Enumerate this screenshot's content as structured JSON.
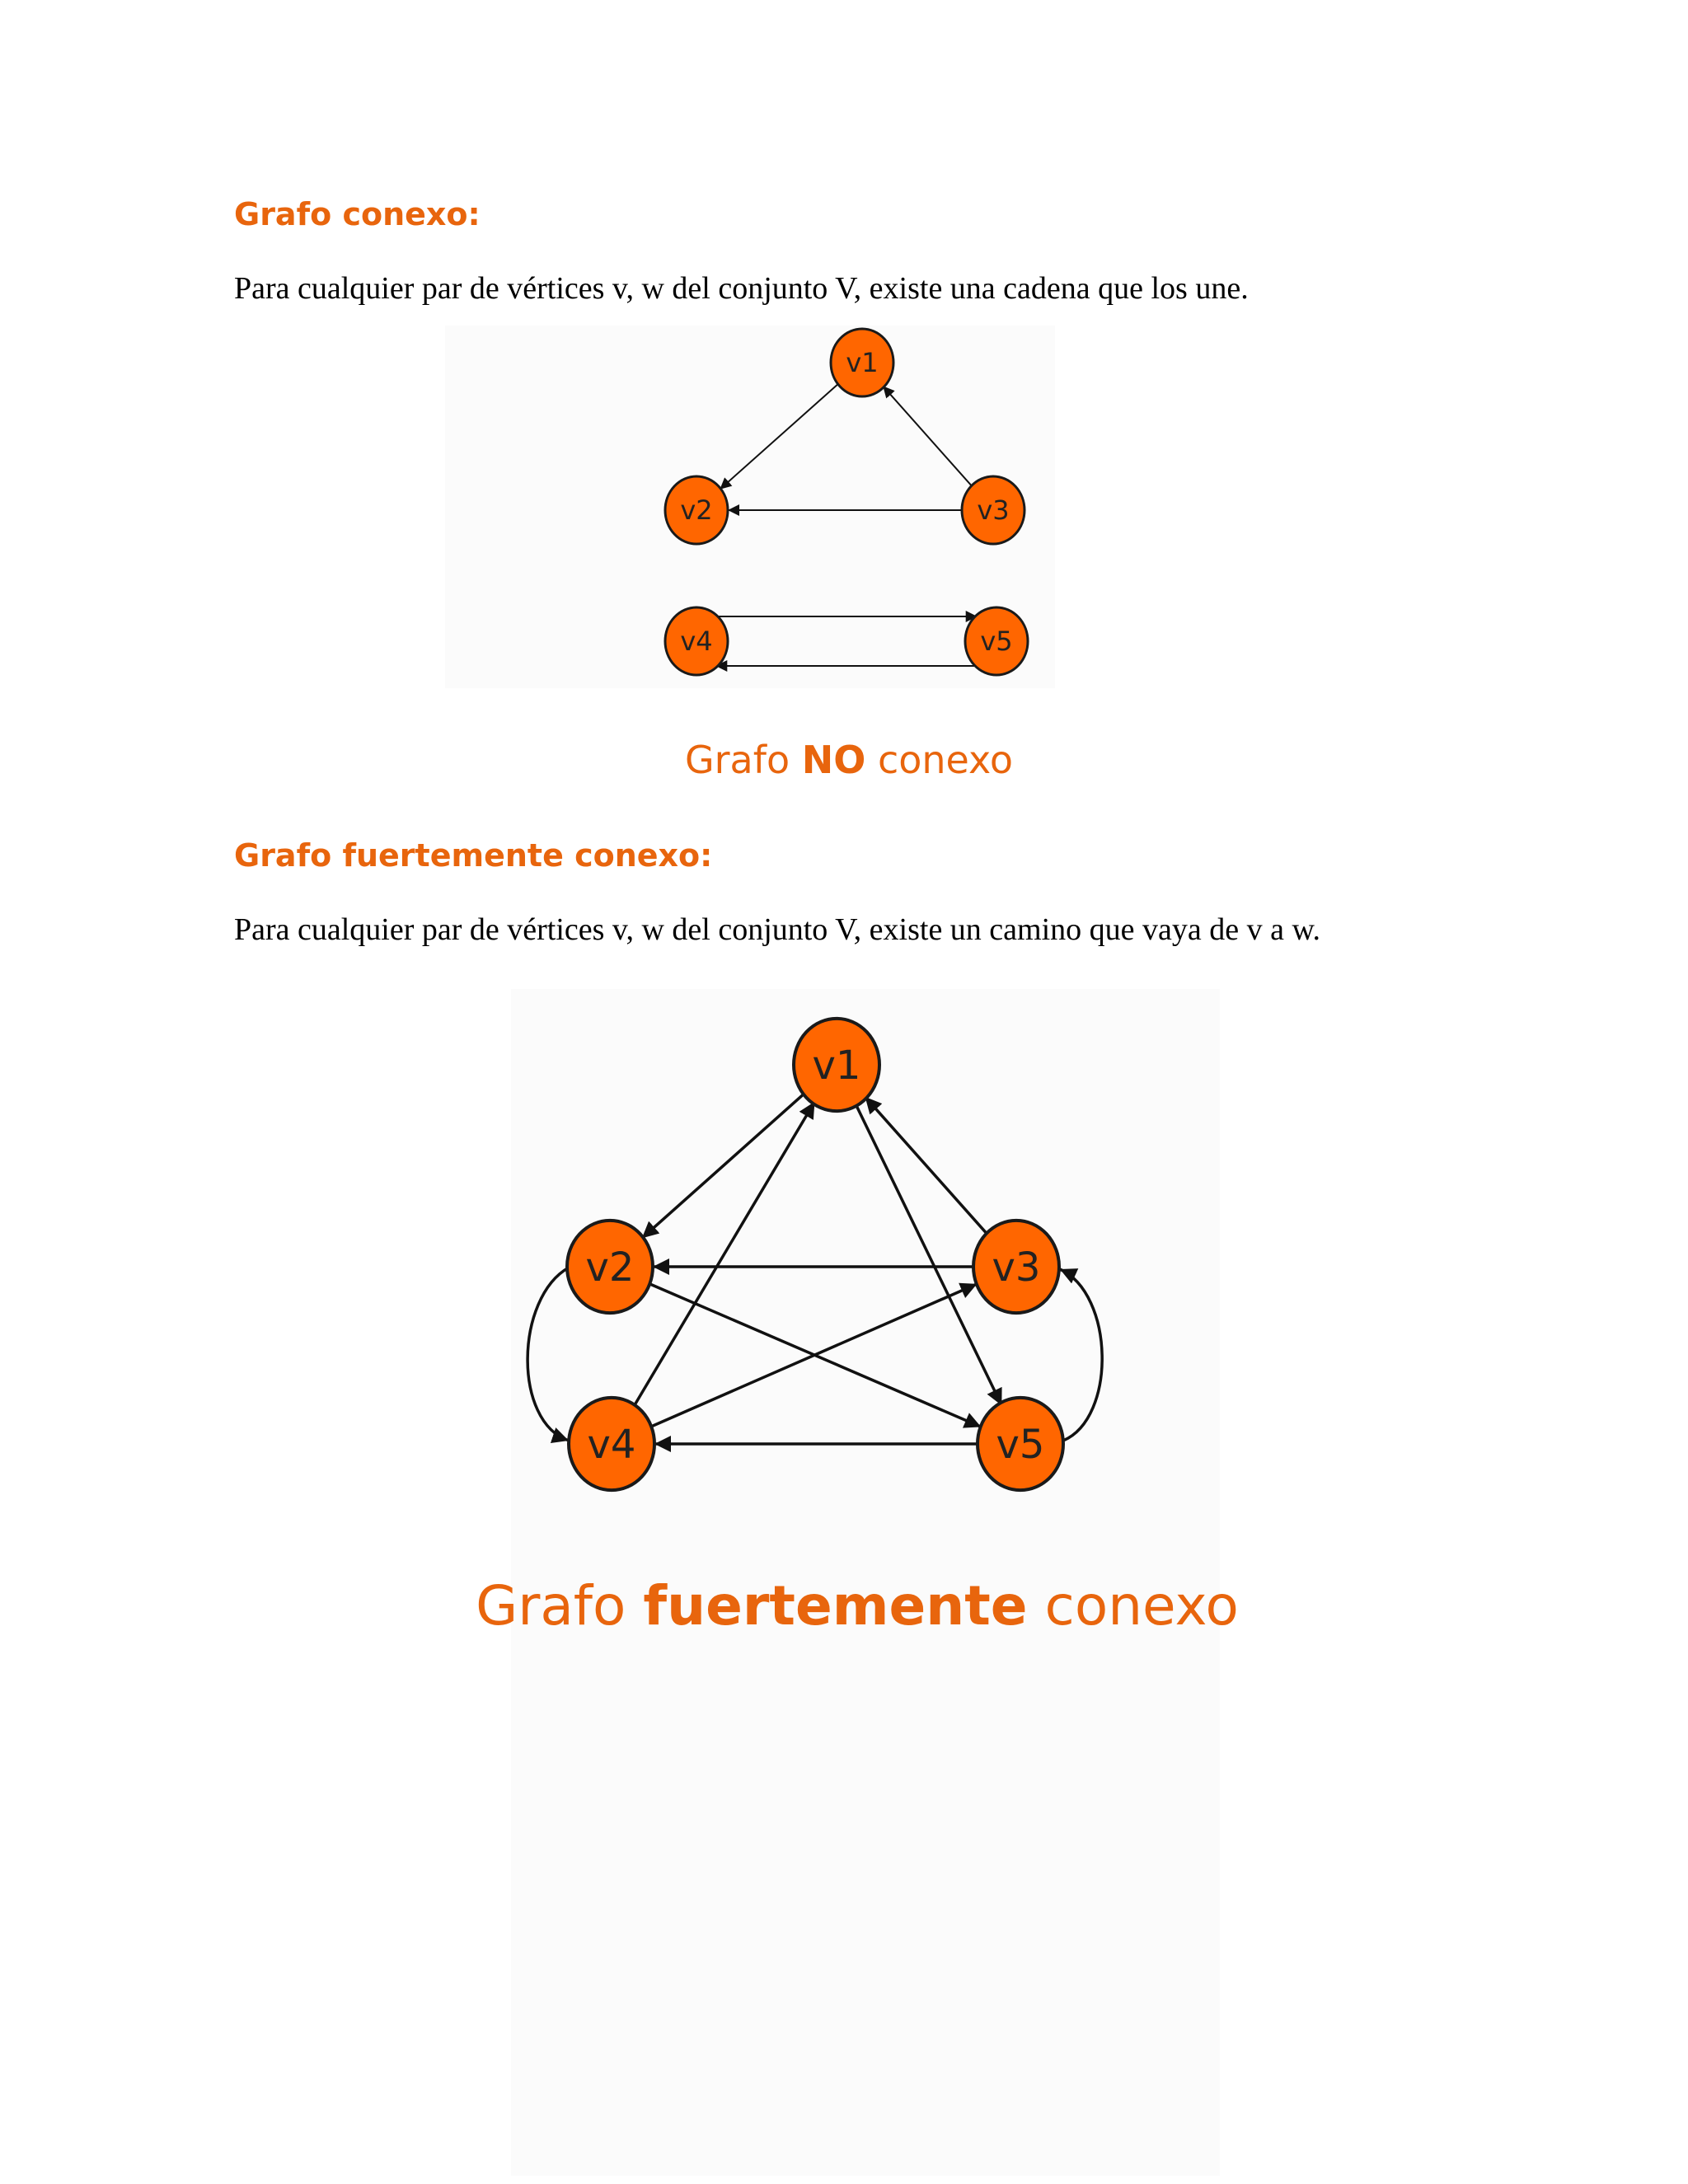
{
  "section1": {
    "heading": "Grafo conexo:",
    "text": "Para cualquier par de vértices v, w del conjunto V, existe una cadena que los une.",
    "caption": {
      "pre": "Grafo ",
      "bold": "NO",
      "post": " conexo"
    },
    "diagram": {
      "nodes": [
        "v1",
        "v2",
        "v3",
        "v4",
        "v5"
      ],
      "edges": [
        {
          "from": "v1",
          "to": "v2"
        },
        {
          "from": "v3",
          "to": "v1"
        },
        {
          "from": "v3",
          "to": "v2"
        },
        {
          "from": "v4",
          "to": "v5"
        },
        {
          "from": "v5",
          "to": "v4"
        }
      ]
    }
  },
  "section2": {
    "heading": "Grafo fuertemente conexo:",
    "text": "Para cualquier par de vértices v, w del conjunto V, existe un camino que vaya de v a w.",
    "caption": {
      "pre": "Grafo ",
      "bold": "fuertemente",
      "post": " conexo"
    },
    "diagram": {
      "nodes": [
        "v1",
        "v2",
        "v3",
        "v4",
        "v5"
      ],
      "edges": [
        {
          "from": "v1",
          "to": "v2"
        },
        {
          "from": "v3",
          "to": "v1"
        },
        {
          "from": "v4",
          "to": "v1"
        },
        {
          "from": "v1",
          "to": "v5"
        },
        {
          "from": "v3",
          "to": "v2"
        },
        {
          "from": "v2",
          "to": "v4"
        },
        {
          "from": "v2",
          "to": "v5"
        },
        {
          "from": "v4",
          "to": "v3"
        },
        {
          "from": "v5",
          "to": "v4"
        },
        {
          "from": "v5",
          "to": "v3"
        }
      ]
    }
  },
  "colors": {
    "accent": "#e8650d",
    "node_fill": "#ff6600",
    "node_stroke": "#1a1a1a",
    "edge": "#111111"
  }
}
